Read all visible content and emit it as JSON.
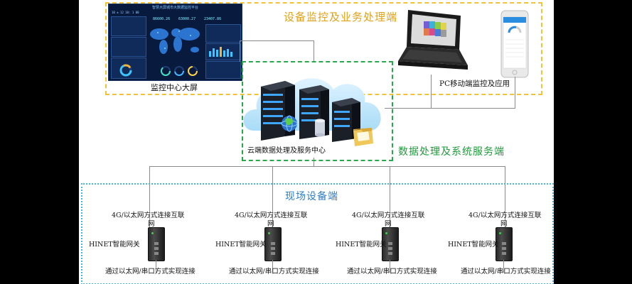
{
  "top_section": {
    "title": "设备监控及业务处理端",
    "dashboard_caption": "监控中心大屏",
    "dashboard": {
      "title": "智慧大屏城市大数据监控平台",
      "kpis": [
        "86600.26",
        "63000.27",
        "23407.86"
      ],
      "corner_text": "10 ± 12 10: 1 00"
    },
    "pc_caption": "PC移动端监控及应用"
  },
  "cloud_section": {
    "title": "数据处理及系统服务端",
    "caption": "云端数据处理及服务中心"
  },
  "field_section": {
    "title": "现场设备端",
    "devices": [
      {
        "top_label_line1": "4G/以太网方式连接互联",
        "top_label_line2": "网",
        "gateway_label": "HINET智能网关",
        "bottom_label": "通过以太网/串口方式实现连接"
      },
      {
        "top_label_line1": "4G/以太网方式连接互联",
        "top_label_line2": "网",
        "gateway_label": "HINET智能网关",
        "bottom_label": "通过以太网/串口方式实现连接"
      },
      {
        "top_label_line1": "4G/以太网方式连接互联",
        "top_label_line2": "网",
        "gateway_label": "HINET智能网关",
        "bottom_label": "通过以太网/串口方式实现连接"
      },
      {
        "top_label_line1": "4G/以太网方式连接互联",
        "top_label_line2": "网",
        "gateway_label": "HINET智能网关",
        "bottom_label": "通过以太网/串口方式实现连接"
      }
    ]
  },
  "colors": {
    "orange_dash": "#f2c33a",
    "green_dash": "#27a84a",
    "blue_dash": "#49b6e0",
    "orange_title": "#e0a21a",
    "green_title": "#1e9b3a",
    "blue_title": "#2f7ec2"
  }
}
